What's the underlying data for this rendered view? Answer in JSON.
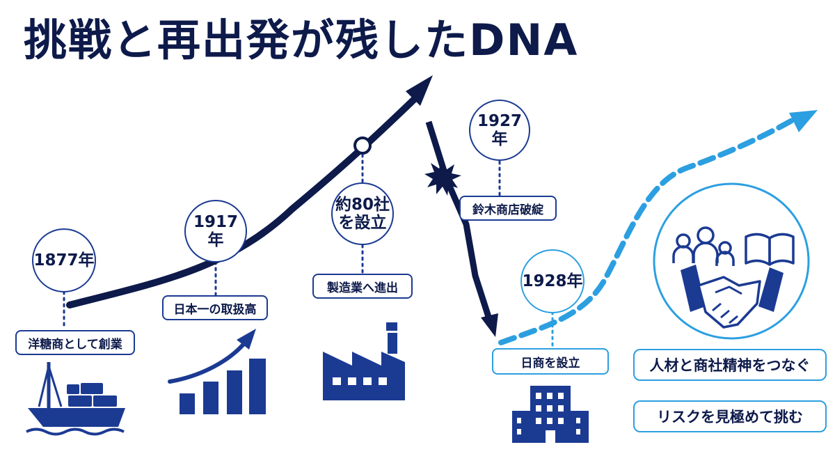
{
  "title": "挑戦と再出発が残したDNA",
  "milestones": {
    "m1877": {
      "year": "1877年",
      "label": "洋糖商として創業"
    },
    "m1917": {
      "year": "1917年",
      "label": "日本一の取扱高"
    },
    "m80": {
      "year_line1": "約80社",
      "year_line2": "を設立",
      "label": "製造業へ進出"
    },
    "m1927": {
      "year": "1927年",
      "label": "鈴木商店破綻"
    },
    "m1928": {
      "year": "1928年",
      "label": "日商を設立"
    }
  },
  "legacy": {
    "item1": "人材と商社精神をつなぐ",
    "item2": "リスクを見極めて挑む"
  },
  "icons": [
    "ship-icon",
    "growth-chart-icon",
    "factory-icon",
    "explosion-icon",
    "office-building-icon",
    "people-icon",
    "open-book-icon",
    "handshake-icon"
  ],
  "colors": {
    "navy": "#0d1a4a",
    "blue": "#1b3a92",
    "light_blue": "#2c9fe0"
  }
}
